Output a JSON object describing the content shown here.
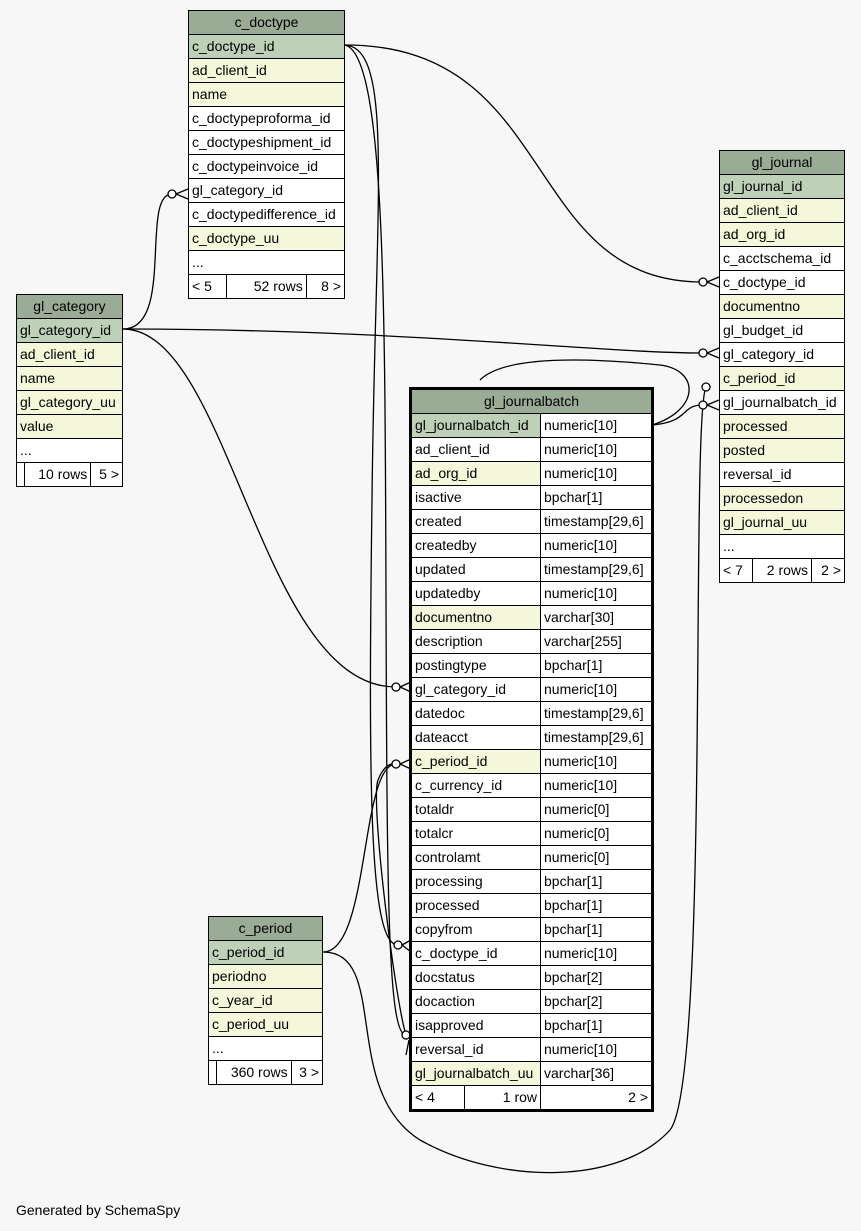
{
  "footer": "Generated by SchemaSpy",
  "tables": {
    "c_doctype": {
      "name": "c_doctype",
      "columns": [
        {
          "name": "c_doctype_id",
          "kind": "pk"
        },
        {
          "name": "ad_client_id",
          "kind": "idx"
        },
        {
          "name": "name",
          "kind": "idx"
        },
        {
          "name": "c_doctypeproforma_id",
          "kind": ""
        },
        {
          "name": "c_doctypeshipment_id",
          "kind": ""
        },
        {
          "name": "c_doctypeinvoice_id",
          "kind": ""
        },
        {
          "name": "gl_category_id",
          "kind": ""
        },
        {
          "name": "c_doctypedifference_id",
          "kind": ""
        },
        {
          "name": "c_doctype_uu",
          "kind": "idx"
        },
        {
          "name": "...",
          "kind": ""
        }
      ],
      "footer": {
        "parents": "< 5",
        "rows": "52 rows",
        "children": "8 >"
      }
    },
    "gl_category": {
      "name": "gl_category",
      "columns": [
        {
          "name": "gl_category_id",
          "kind": "pk"
        },
        {
          "name": "ad_client_id",
          "kind": "idx"
        },
        {
          "name": "name",
          "kind": "idx"
        },
        {
          "name": "gl_category_uu",
          "kind": "idx"
        },
        {
          "name": "value",
          "kind": "idx"
        },
        {
          "name": "...",
          "kind": ""
        }
      ],
      "footer": {
        "parents": "",
        "rows": "10 rows",
        "children": "5 >"
      }
    },
    "gl_journal": {
      "name": "gl_journal",
      "columns": [
        {
          "name": "gl_journal_id",
          "kind": "pk"
        },
        {
          "name": "ad_client_id",
          "kind": "idx"
        },
        {
          "name": "ad_org_id",
          "kind": "idx"
        },
        {
          "name": "c_acctschema_id",
          "kind": ""
        },
        {
          "name": "c_doctype_id",
          "kind": ""
        },
        {
          "name": "documentno",
          "kind": "idx"
        },
        {
          "name": "gl_budget_id",
          "kind": ""
        },
        {
          "name": "gl_category_id",
          "kind": ""
        },
        {
          "name": "c_period_id",
          "kind": "idx"
        },
        {
          "name": "gl_journalbatch_id",
          "kind": ""
        },
        {
          "name": "processed",
          "kind": "idx"
        },
        {
          "name": "posted",
          "kind": "idx"
        },
        {
          "name": "reversal_id",
          "kind": ""
        },
        {
          "name": "processedon",
          "kind": "idx"
        },
        {
          "name": "gl_journal_uu",
          "kind": "idx"
        },
        {
          "name": "...",
          "kind": ""
        }
      ],
      "footer": {
        "parents": "< 7",
        "rows": "2 rows",
        "children": "2 >"
      }
    },
    "gl_journalbatch": {
      "name": "gl_journalbatch",
      "columns": [
        {
          "name": "gl_journalbatch_id",
          "type": "numeric[10]",
          "kind": "pk"
        },
        {
          "name": "ad_client_id",
          "type": "numeric[10]",
          "kind": ""
        },
        {
          "name": "ad_org_id",
          "type": "numeric[10]",
          "kind": "idx"
        },
        {
          "name": "isactive",
          "type": "bpchar[1]",
          "kind": ""
        },
        {
          "name": "created",
          "type": "timestamp[29,6]",
          "kind": ""
        },
        {
          "name": "createdby",
          "type": "numeric[10]",
          "kind": ""
        },
        {
          "name": "updated",
          "type": "timestamp[29,6]",
          "kind": ""
        },
        {
          "name": "updatedby",
          "type": "numeric[10]",
          "kind": ""
        },
        {
          "name": "documentno",
          "type": "varchar[30]",
          "kind": "idx"
        },
        {
          "name": "description",
          "type": "varchar[255]",
          "kind": ""
        },
        {
          "name": "postingtype",
          "type": "bpchar[1]",
          "kind": ""
        },
        {
          "name": "gl_category_id",
          "type": "numeric[10]",
          "kind": ""
        },
        {
          "name": "datedoc",
          "type": "timestamp[29,6]",
          "kind": ""
        },
        {
          "name": "dateacct",
          "type": "timestamp[29,6]",
          "kind": ""
        },
        {
          "name": "c_period_id",
          "type": "numeric[10]",
          "kind": "idx"
        },
        {
          "name": "c_currency_id",
          "type": "numeric[10]",
          "kind": ""
        },
        {
          "name": "totaldr",
          "type": "numeric[0]",
          "kind": ""
        },
        {
          "name": "totalcr",
          "type": "numeric[0]",
          "kind": ""
        },
        {
          "name": "controlamt",
          "type": "numeric[0]",
          "kind": ""
        },
        {
          "name": "processing",
          "type": "bpchar[1]",
          "kind": ""
        },
        {
          "name": "processed",
          "type": "bpchar[1]",
          "kind": ""
        },
        {
          "name": "copyfrom",
          "type": "bpchar[1]",
          "kind": ""
        },
        {
          "name": "c_doctype_id",
          "type": "numeric[10]",
          "kind": ""
        },
        {
          "name": "docstatus",
          "type": "bpchar[2]",
          "kind": ""
        },
        {
          "name": "docaction",
          "type": "bpchar[2]",
          "kind": ""
        },
        {
          "name": "isapproved",
          "type": "bpchar[1]",
          "kind": ""
        },
        {
          "name": "reversal_id",
          "type": "numeric[10]",
          "kind": ""
        },
        {
          "name": "gl_journalbatch_uu",
          "type": "varchar[36]",
          "kind": "idx"
        }
      ],
      "footer": {
        "parents": "< 4",
        "rows": "1 row",
        "children": "2 >"
      }
    },
    "c_period": {
      "name": "c_period",
      "columns": [
        {
          "name": "c_period_id",
          "kind": "pk"
        },
        {
          "name": "periodno",
          "kind": "idx"
        },
        {
          "name": "c_year_id",
          "kind": "idx"
        },
        {
          "name": "c_period_uu",
          "kind": "idx"
        },
        {
          "name": "...",
          "kind": ""
        }
      ],
      "footer": {
        "parents": "",
        "rows": "360 rows",
        "children": "3 >"
      }
    }
  }
}
